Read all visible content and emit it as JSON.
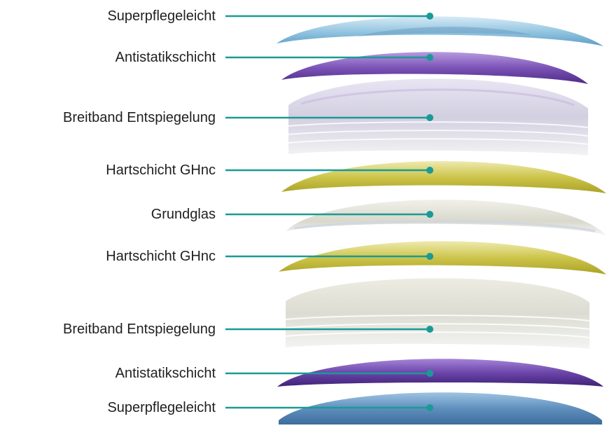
{
  "layers": [
    {
      "label": "Superpflegeleicht",
      "color": "#7fb7d8"
    },
    {
      "label": "Antistatikschicht",
      "color": "#7a4fb3"
    },
    {
      "label": "Breitband Entspiegelung",
      "color": "#d9d6e6"
    },
    {
      "label": "Hartschicht GHnc",
      "color": "#c9c34a"
    },
    {
      "label": "Grundglas",
      "color": "#dcdcd0"
    },
    {
      "label": "Hartschicht GHnc",
      "color": "#c9c34a"
    },
    {
      "label": "Breitband Entspiegelung",
      "color": "#e6e6de"
    },
    {
      "label": "Antistatikschicht",
      "color": "#6d47aa"
    },
    {
      "label": "Superpflegeleicht",
      "color": "#5f8fbd"
    }
  ],
  "connector_color": "#1a9a96"
}
